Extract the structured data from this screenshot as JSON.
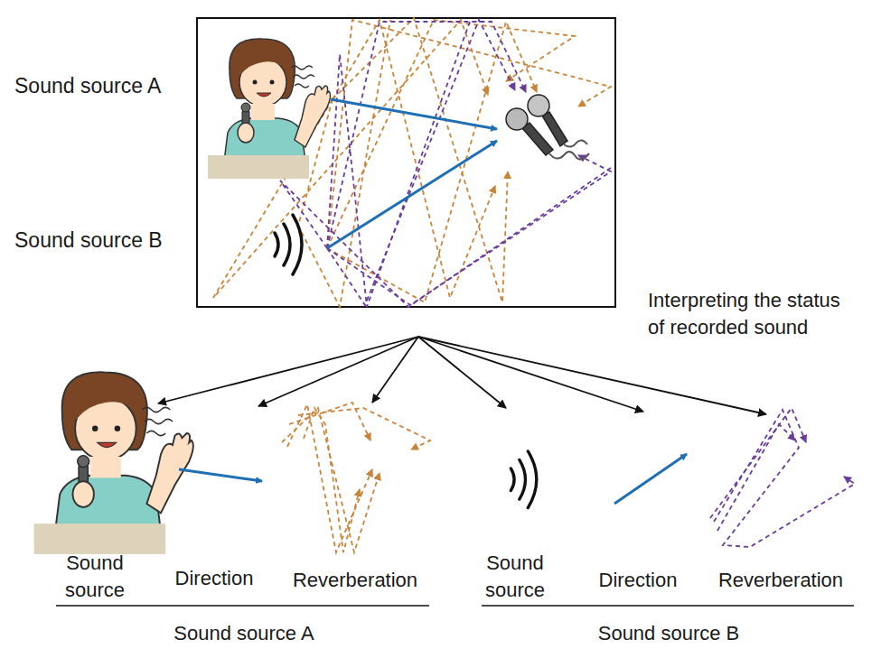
{
  "diagram": {
    "labels": [
      "Sound source A",
      "Sound source B",
      "Interpreting the status of recorded sound",
      "Sound source",
      "Direction",
      "Reverberation",
      "Sound source A",
      "Sound source",
      "Direction",
      "Reverberation",
      "Sound source B"
    ]
  }
}
